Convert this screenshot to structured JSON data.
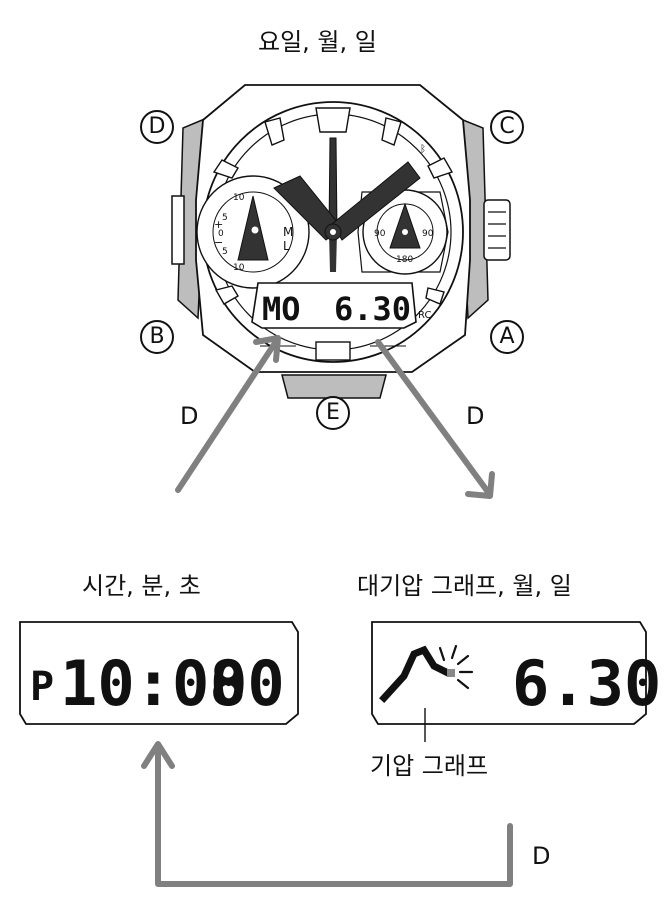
{
  "captions": {
    "top": "요일, 월, 일",
    "bottom_left": "시간, 분, 초",
    "bottom_right": "대기압 그래프, 월, 일",
    "graph_callout": "기압 그래프"
  },
  "buttons": {
    "a": "A",
    "b": "B",
    "c": "C",
    "d": "D",
    "e": "E"
  },
  "transitions": {
    "left": "D",
    "right": "D",
    "bottom": "D"
  },
  "watch": {
    "lcd": {
      "day": "MO",
      "date": "6.30"
    },
    "left_subdial": {
      "marks": [
        "10",
        "5",
        "0",
        "5",
        "10"
      ],
      "signs": [
        "+",
        "−"
      ],
      "letters": [
        "M",
        "L"
      ]
    },
    "right_subdial": {
      "marks": [
        "90",
        "90",
        "180"
      ]
    },
    "rc_label": "RC"
  },
  "time_screen": {
    "indicator": "P",
    "time": "10:08",
    "seconds": "00"
  },
  "baro_screen": {
    "date": "6.30"
  },
  "colors": {
    "line": "#111111",
    "arrow": "#808080",
    "case_shade": "#bdbdbd",
    "hand": "#333333"
  }
}
